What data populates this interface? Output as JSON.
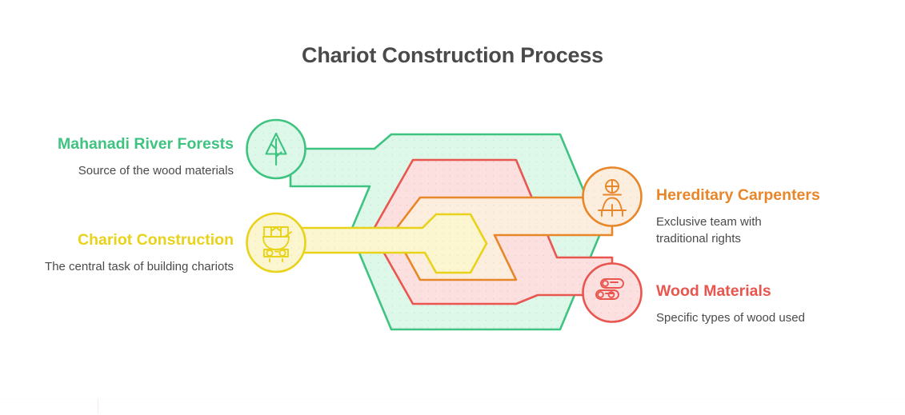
{
  "title": "Chariot Construction Process",
  "colors": {
    "green": "#3fc380",
    "yellow": "#e8d21a",
    "orange": "#e8862a",
    "red": "#e8564f",
    "green_fill": "#ddf7e9",
    "yellow_fill": "#fbf6cf",
    "orange_fill": "#fceede",
    "red_fill": "#fbe0df",
    "title_color": "#4a4a4a",
    "description_color": "#4a4a4a"
  },
  "nodes": [
    {
      "id": "mahanadi-river-forests",
      "title": "Mahanadi River Forests",
      "description": "Source of the wood materials",
      "color": "#3fc380",
      "fill": "#ddf7e9",
      "icon": "tree-icon",
      "side": "left"
    },
    {
      "id": "chariot-construction",
      "title": "Chariot Construction",
      "description": "The central task of building chariots",
      "color": "#e8d21a",
      "fill": "#fbf6cf",
      "icon": "chariot-icon",
      "side": "left"
    },
    {
      "id": "hereditary-carpenters",
      "title": "Hereditary Carpenters",
      "description": "Exclusive team with traditional rights",
      "color": "#e8862a",
      "fill": "#fceede",
      "icon": "carpenter-icon",
      "side": "right"
    },
    {
      "id": "wood-materials",
      "title": "Wood Materials",
      "description": "Specific types of wood used",
      "color": "#e8564f",
      "fill": "#fbe0df",
      "icon": "logs-icon",
      "side": "right"
    }
  ]
}
